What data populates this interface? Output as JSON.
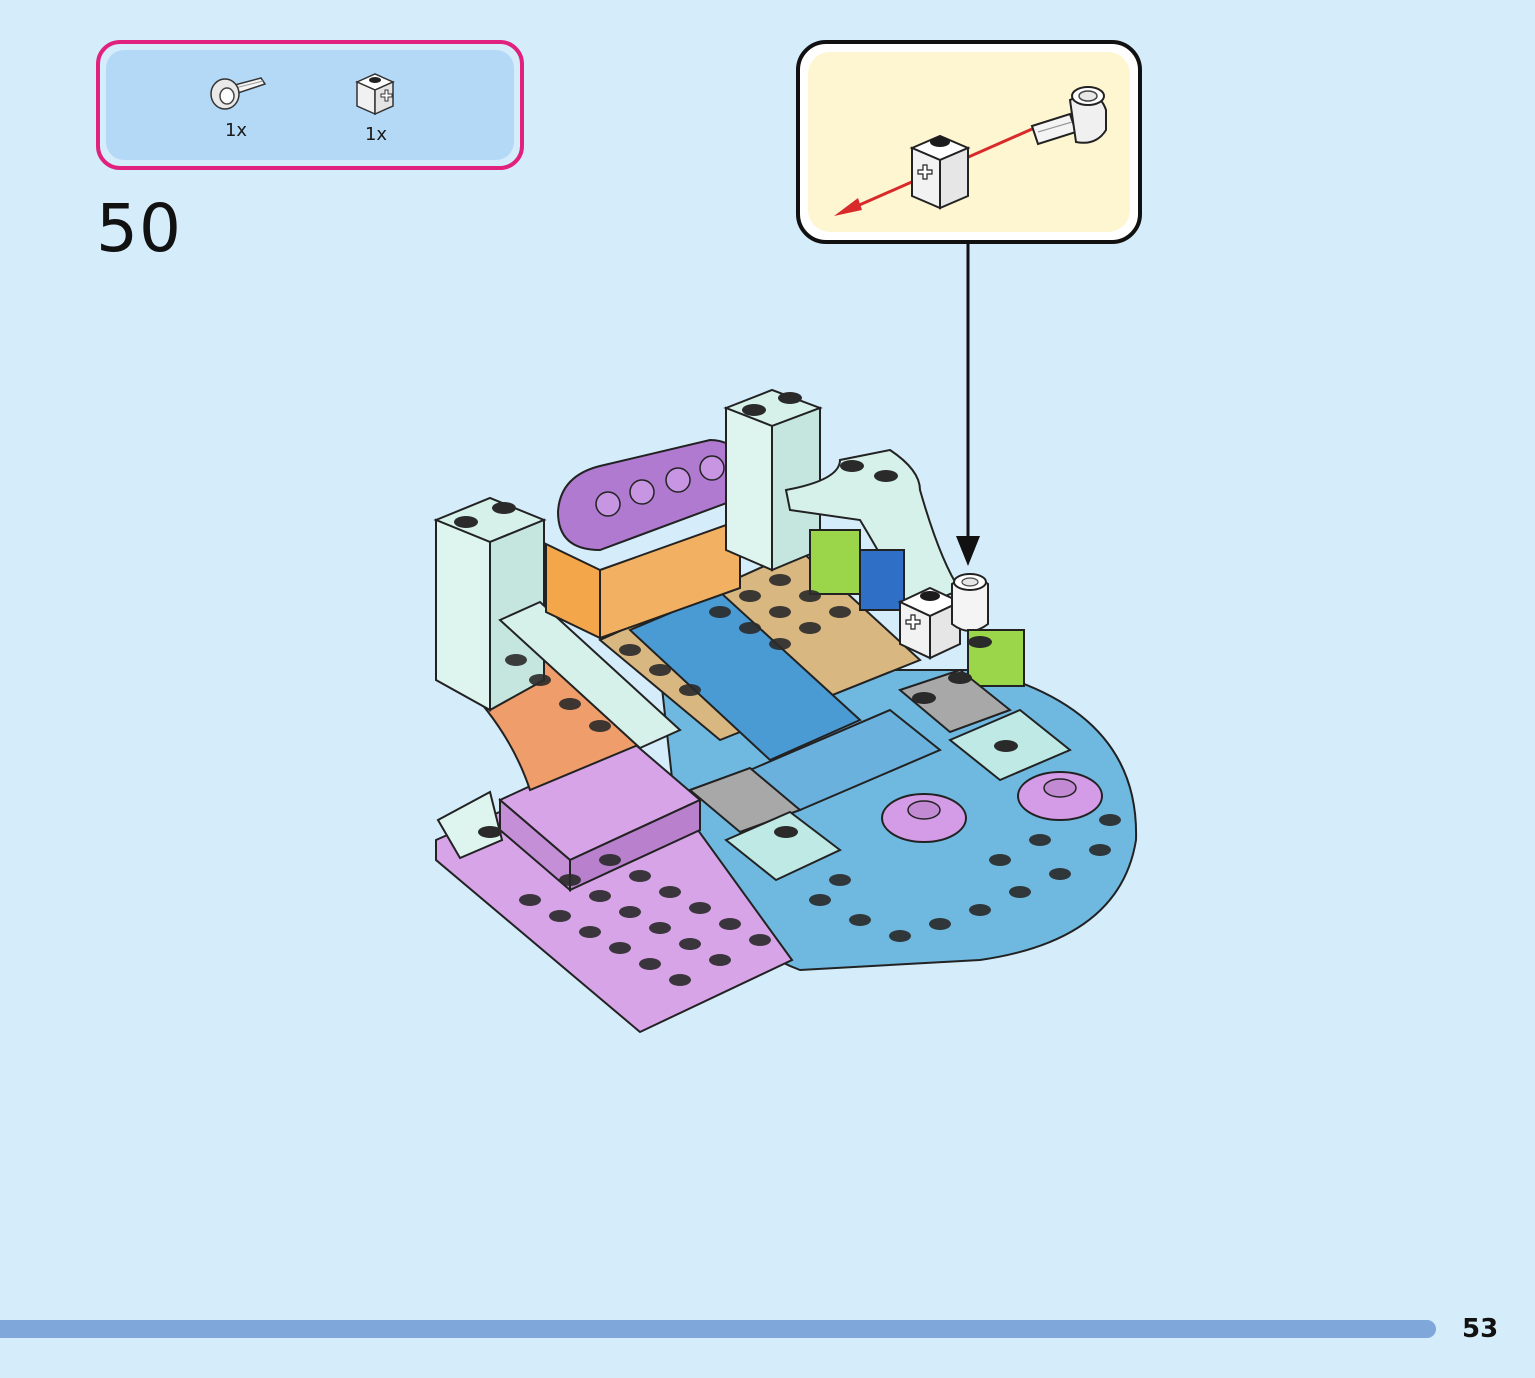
{
  "parts_list": {
    "items": [
      {
        "icon": "technic-axle-connector-icon",
        "quantity": "1x"
      },
      {
        "icon": "technic-brick-with-axle-hole-icon",
        "quantity": "1x"
      }
    ],
    "border_color": "#e0227e",
    "background_color": "#b4d9f6"
  },
  "step": {
    "number": "50"
  },
  "callout": {
    "background_color": "#fef5d1",
    "arrow_color": "#d82a2a"
  },
  "footer": {
    "page_number": "53",
    "progress_bar_color": "#7fa7da"
  },
  "page": {
    "background_color": "#d5ecfb"
  }
}
